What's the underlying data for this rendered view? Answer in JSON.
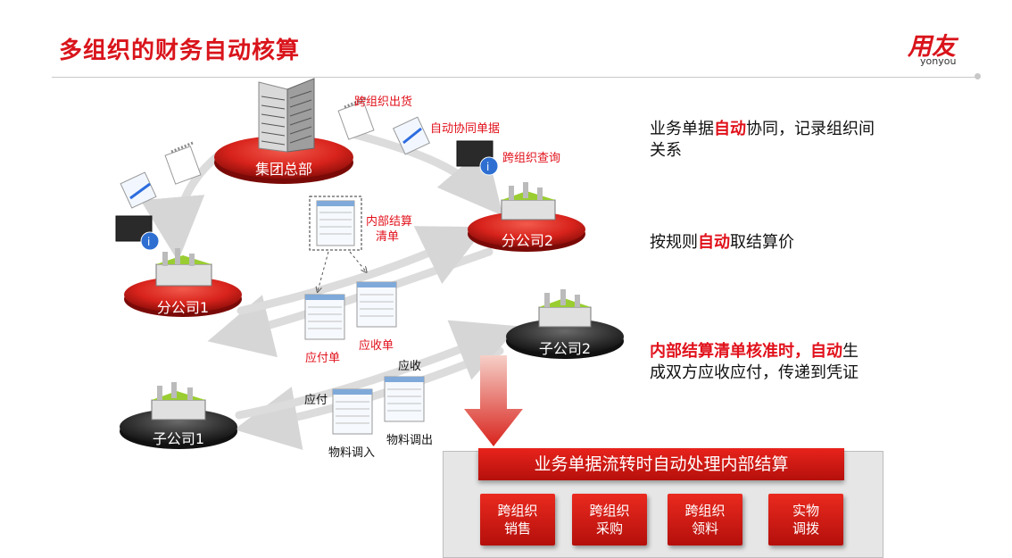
{
  "header": {
    "title": "多组织的财务自动核算",
    "logo_cn": "用友",
    "logo_en": "yonyou"
  },
  "diagram": {
    "nodes": {
      "hq": "集团总部",
      "branch1": "分公司1",
      "branch2": "分公司2",
      "sub1": "子公司1",
      "sub2": "子公司2"
    },
    "flow_labels": {
      "cross_org_shipping": "跨组织出货",
      "auto_collab_docs": "自动协同单据",
      "cross_org_query": "跨组织查询",
      "internal_settlement": "内部结算",
      "settlement_list": "清单",
      "payable_doc": "应付单",
      "receivable_doc": "应收单",
      "payable": "应付",
      "receivable": "应收",
      "material_in": "物料调入",
      "material_out": "物料调出"
    }
  },
  "descriptions": [
    {
      "pre": "业务单据",
      "hl": "自动",
      "post": "协同，记录组织间关系"
    },
    {
      "pre": "按规则",
      "hl": "自动",
      "post": "取结算价"
    },
    {
      "hl": "内部结算清单核准时，自动",
      "post": "生成双方应收应付，传递到凭证"
    }
  ],
  "bottom": {
    "banner": "业务单据流转时自动处理内部结算",
    "boxes": [
      {
        "line1": "跨组织",
        "line2": "销售"
      },
      {
        "line1": "跨组织",
        "line2": "采购"
      },
      {
        "line1": "跨组织",
        "line2": "领料"
      },
      {
        "line1": "实物",
        "line2": "调拨"
      }
    ]
  },
  "colors": {
    "brand_red": "#d9141b",
    "ellipse_red": "#d8231c",
    "ellipse_dark": "#3a3a3a",
    "panel_gray": "#e6e6e6"
  }
}
